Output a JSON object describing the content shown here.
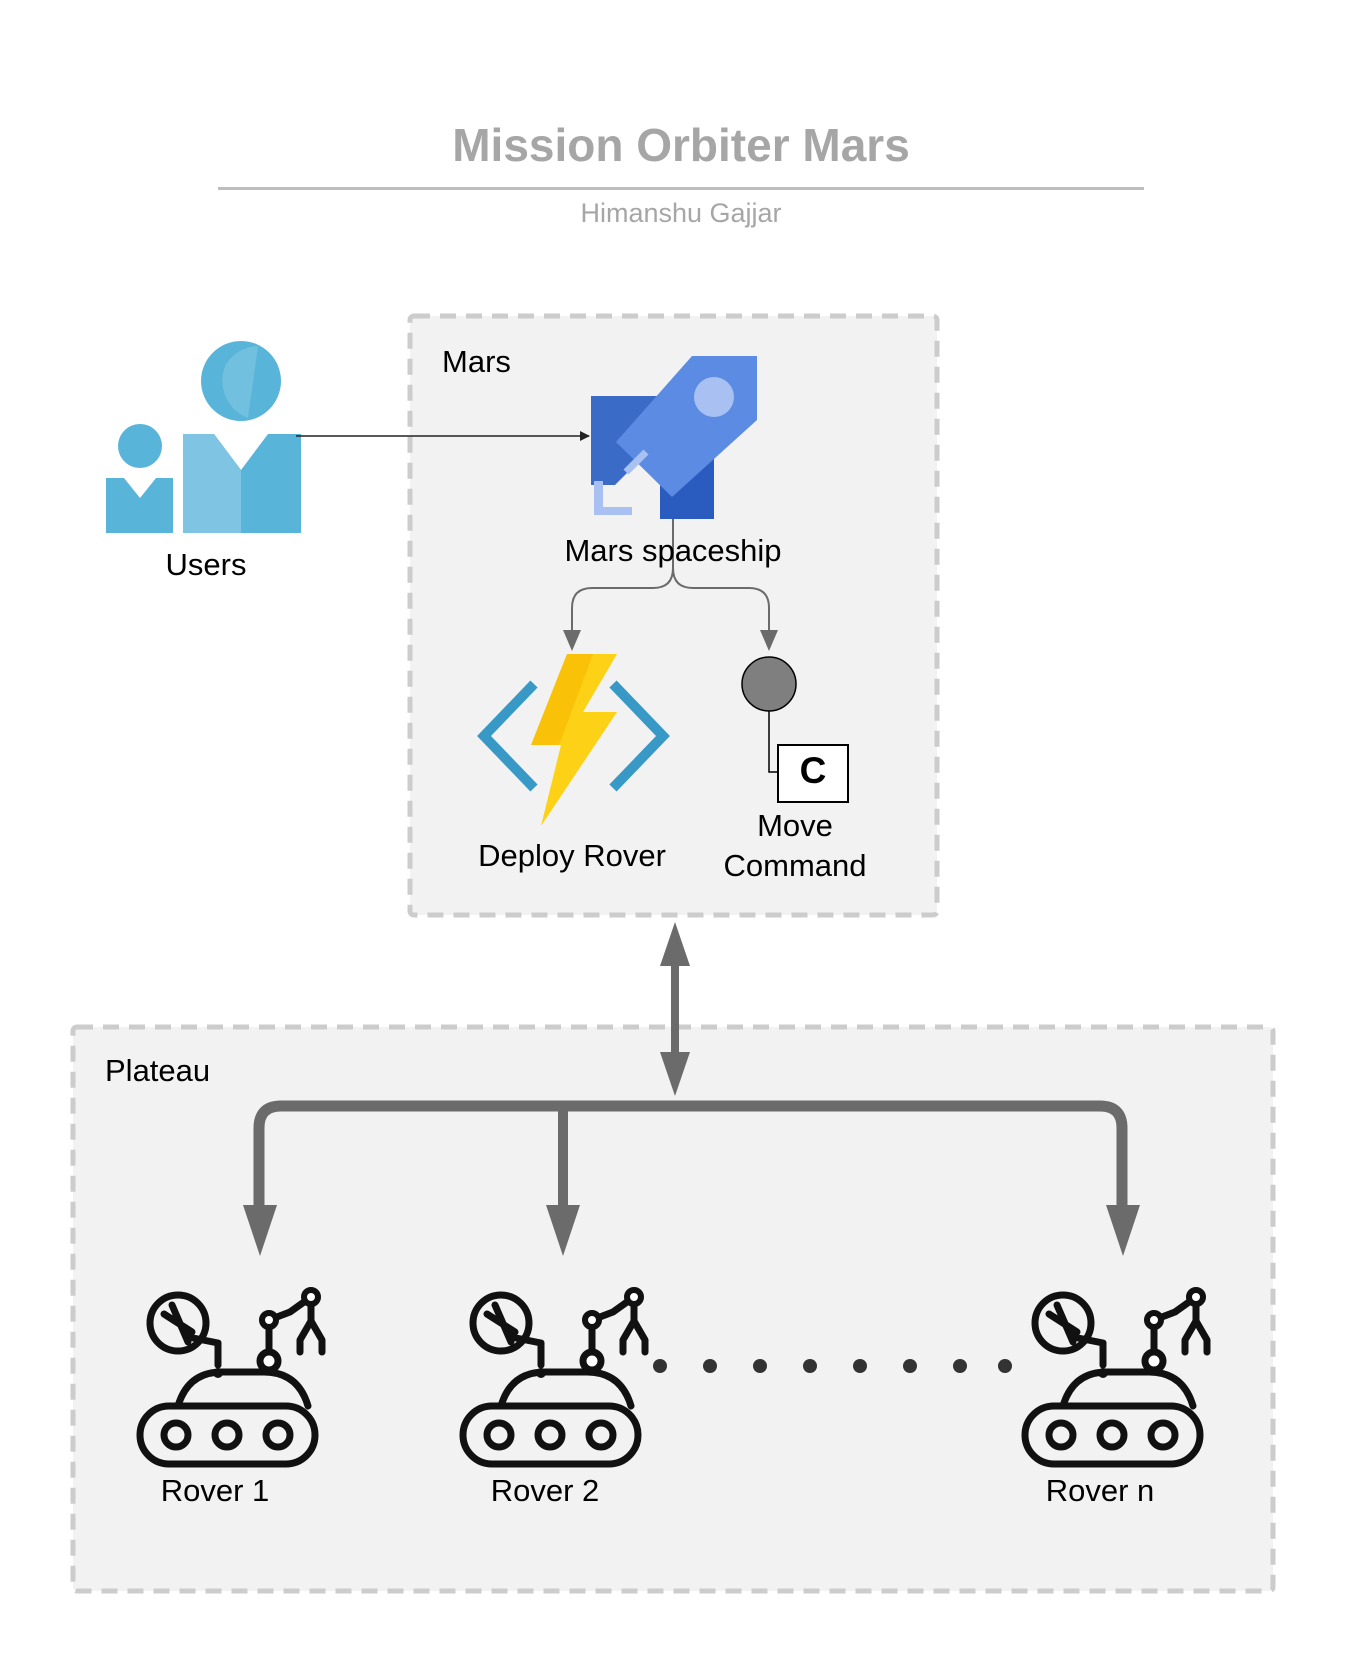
{
  "header": {
    "title": "Mission Orbiter Mars",
    "subtitle": "Himanshu Gajjar"
  },
  "groups": {
    "mars": {
      "label": "Mars"
    },
    "plateau": {
      "label": "Plateau"
    }
  },
  "nodes": {
    "users": {
      "label": "Users",
      "icon": "users-icon"
    },
    "spaceship": {
      "label": "Mars spaceship",
      "icon": "rocket-icon"
    },
    "deploy_rover": {
      "label": "Deploy Rover",
      "icon": "function-lightning-icon"
    },
    "move_command_line1": "Move",
    "move_command_line2": "Command",
    "move_command_badge": "C",
    "rovers": [
      {
        "label": "Rover 1",
        "icon": "rover-icon"
      },
      {
        "label": "Rover 2",
        "icon": "rover-icon"
      },
      {
        "label": "Rover n",
        "icon": "rover-icon"
      }
    ]
  },
  "colors": {
    "title_gray": "#a6a6a6",
    "group_fill": "#f2f2f2",
    "group_border": "#cccccc",
    "users_blue": "#59b4d9",
    "rocket_blue": "#3e6fd0",
    "bolt_yellow": "#fcd116",
    "bracket_blue": "#3999c6",
    "connector_gray": "#6b6b6b"
  }
}
